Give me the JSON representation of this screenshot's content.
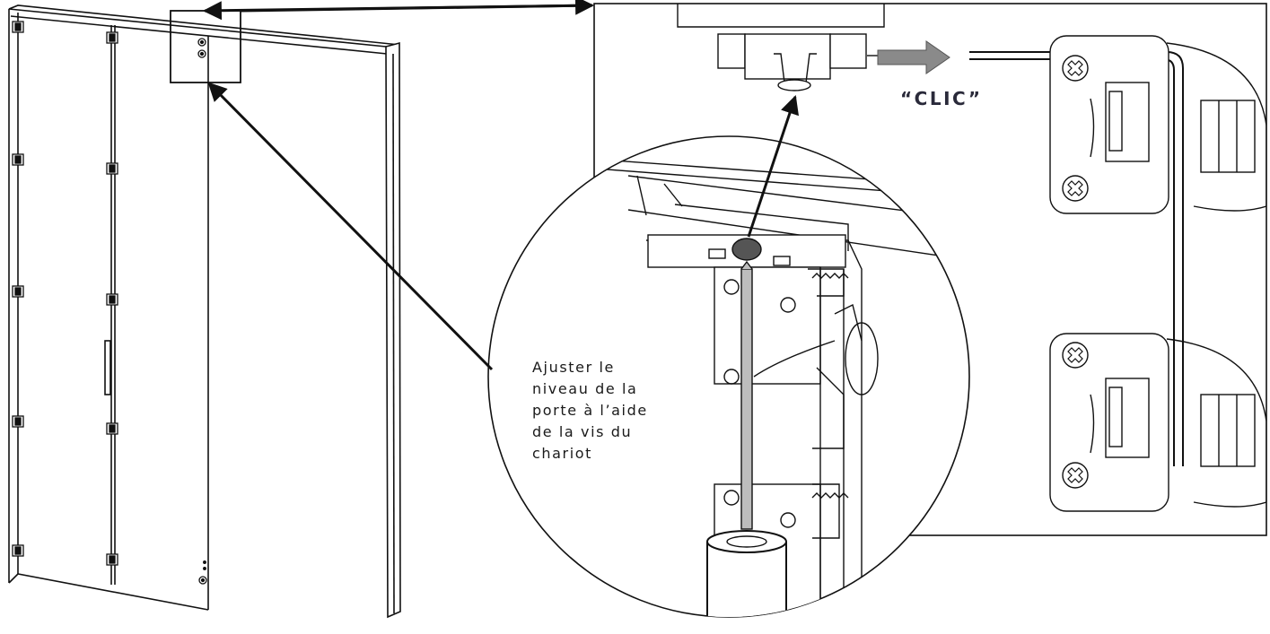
{
  "instruction": {
    "lines": [
      "Ajuster le",
      "niveau de la",
      "porte à l’aide",
      "de la vis du",
      "chariot"
    ]
  },
  "sound_label": "“CLIC”",
  "colors": {
    "line": "#111111",
    "push_arrow": "#8a8a8a",
    "screw_head": "#555555",
    "screwdriver_shaft": "#bdbdbd"
  },
  "icons": {
    "hinge": "hinge-icon",
    "screw": "cross-screw-icon",
    "arrow": "arrow-icon"
  }
}
